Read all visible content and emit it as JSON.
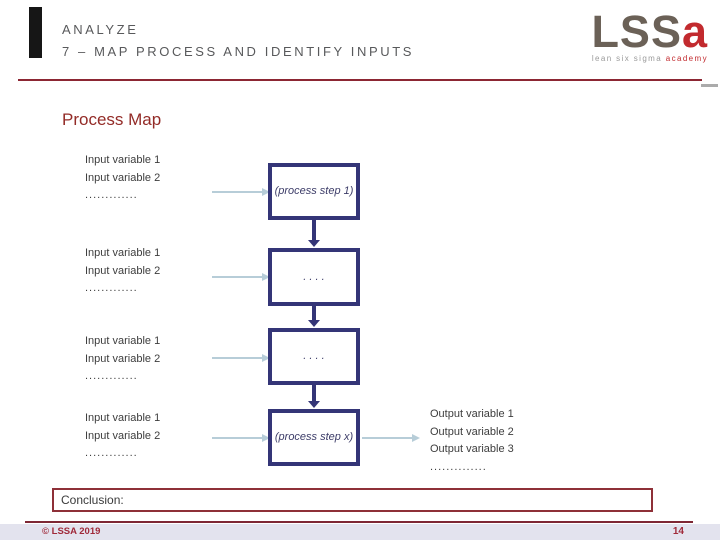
{
  "slide": {
    "kicker": "ANALYZE",
    "header_title": "7 – MAP PROCESS AND IDENTIFY INPUTS",
    "section_title": "Process Map"
  },
  "logo": {
    "word_main": "LSS",
    "word_accent": "a",
    "tagline_main": "lean six sigma ",
    "tagline_accent": "academy"
  },
  "diagram": {
    "input_groups": [
      {
        "lines": [
          "Input variable 1",
          "Input variable 2",
          "............."
        ]
      },
      {
        "lines": [
          "Input variable 1",
          "Input variable 2",
          "............."
        ]
      },
      {
        "lines": [
          "Input variable 1",
          "Input variable 2",
          "............."
        ]
      },
      {
        "lines": [
          "Input variable 1",
          "Input variable 2",
          "............."
        ]
      }
    ],
    "steps": [
      {
        "label": "(process step 1)"
      },
      {
        "label": ". . . ."
      },
      {
        "label": ". . . ."
      },
      {
        "label": "(process step x)"
      }
    ],
    "outputs": {
      "lines": [
        "Output variable 1",
        "Output variable 2",
        "Output variable 3",
        ".............."
      ]
    }
  },
  "conclusion": {
    "label": "Conclusion:"
  },
  "footer": {
    "copyright": "© LSSA 2019",
    "page": "14"
  },
  "colors": {
    "accent_red": "#8c2633",
    "title_red": "#932b27",
    "box_navy": "#343577",
    "arrow_blue": "#b7cdd8",
    "footer_bg": "#e3e3ee",
    "header_gray": "#58595b",
    "logo_taupe": "#6b6157",
    "logo_red": "#c22a2e"
  }
}
